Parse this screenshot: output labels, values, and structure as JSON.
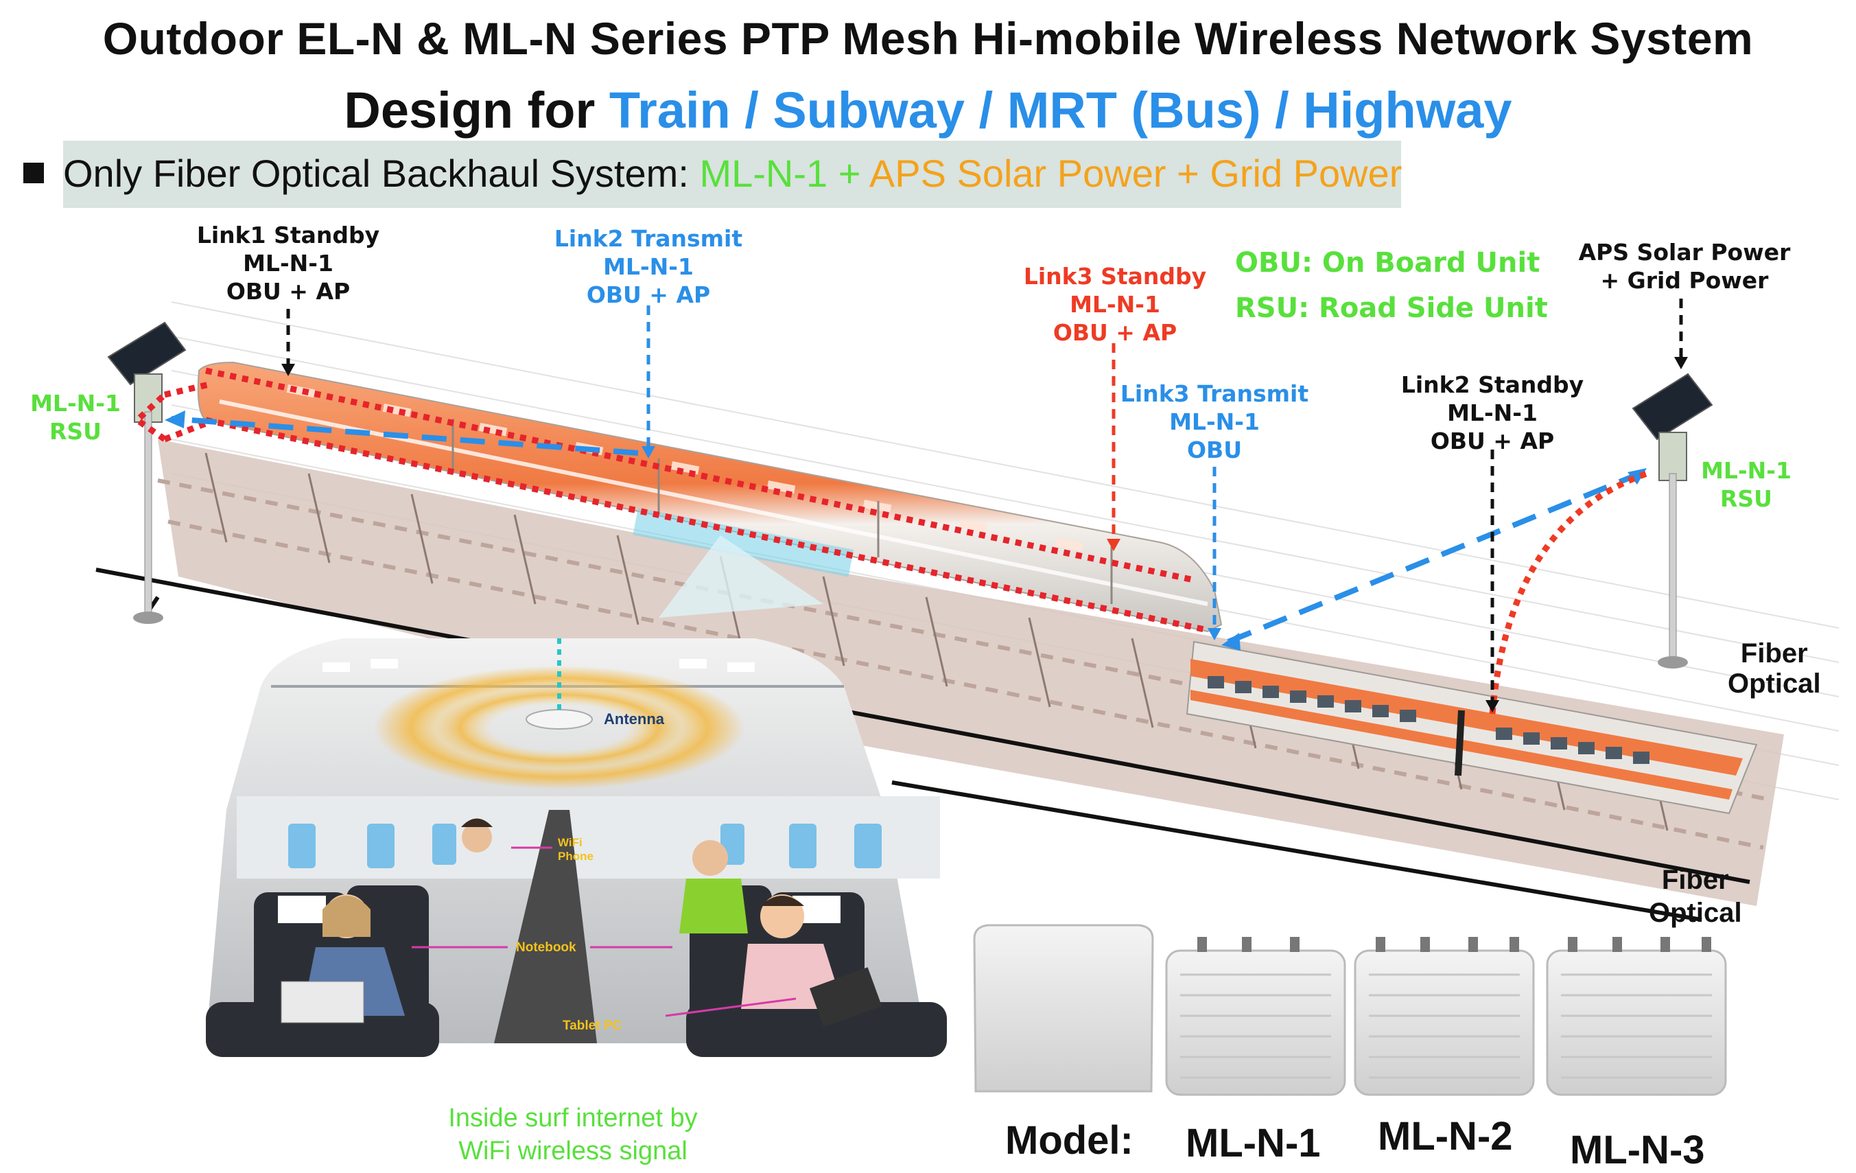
{
  "title": {
    "line1": "Outdoor EL-N & ML-N Series PTP Mesh Hi-mobile Wireless Network System",
    "line2_prefix": "Design for ",
    "line2_highlight": "Train / Subway / MRT (Bus) / Highway"
  },
  "subtitle": {
    "prefix": "Only Fiber Optical Backhaul System: ",
    "part1": "ML-N-1 +",
    "part2": " APS Solar Power + Grid Power"
  },
  "legend": {
    "obu": "OBU: On Board Unit",
    "rsu": "RSU: Road Side Unit"
  },
  "labels": {
    "link1_standby": [
      "Link1 Standby",
      "ML-N-1",
      "OBU + AP"
    ],
    "link2_transmit": [
      "Link2 Transmit",
      "ML-N-1",
      "OBU + AP"
    ],
    "link3_standby": [
      "Link3 Standby",
      "ML-N-1",
      "OBU + AP"
    ],
    "link3_transmit": [
      "Link3 Transmit",
      "ML-N-1",
      "OBU"
    ],
    "link2_standby": [
      "Link2 Standby",
      "ML-N-1",
      "OBU + AP"
    ],
    "aps_power": [
      "APS Solar Power",
      "+ Grid Power"
    ],
    "rsu_left": [
      "ML-N-1",
      "RSU"
    ],
    "rsu_right": [
      "ML-N-1",
      "RSU"
    ],
    "fiber_top": [
      "Fiber",
      "Optical"
    ],
    "fiber_bottom": [
      "Fiber",
      "Optical"
    ]
  },
  "cabin": {
    "antenna": "Antenna",
    "wifi_phone": [
      "WiFi",
      "Phone"
    ],
    "notebook": "Notebook",
    "tablet": "Tablet PC",
    "caption": [
      "Inside surf internet by",
      "WiFi wireless signal"
    ]
  },
  "models": {
    "label": "Model:",
    "names": [
      "ML-N-1",
      "ML-N-2",
      "ML-N-3"
    ]
  },
  "colors": {
    "blue": "#2a8fe8",
    "green": "#58e03c",
    "orange": "#f4a21c",
    "red": "#ee3b24",
    "train_orange": "#f07a43",
    "subtitle_bar": "#d9e3df"
  }
}
